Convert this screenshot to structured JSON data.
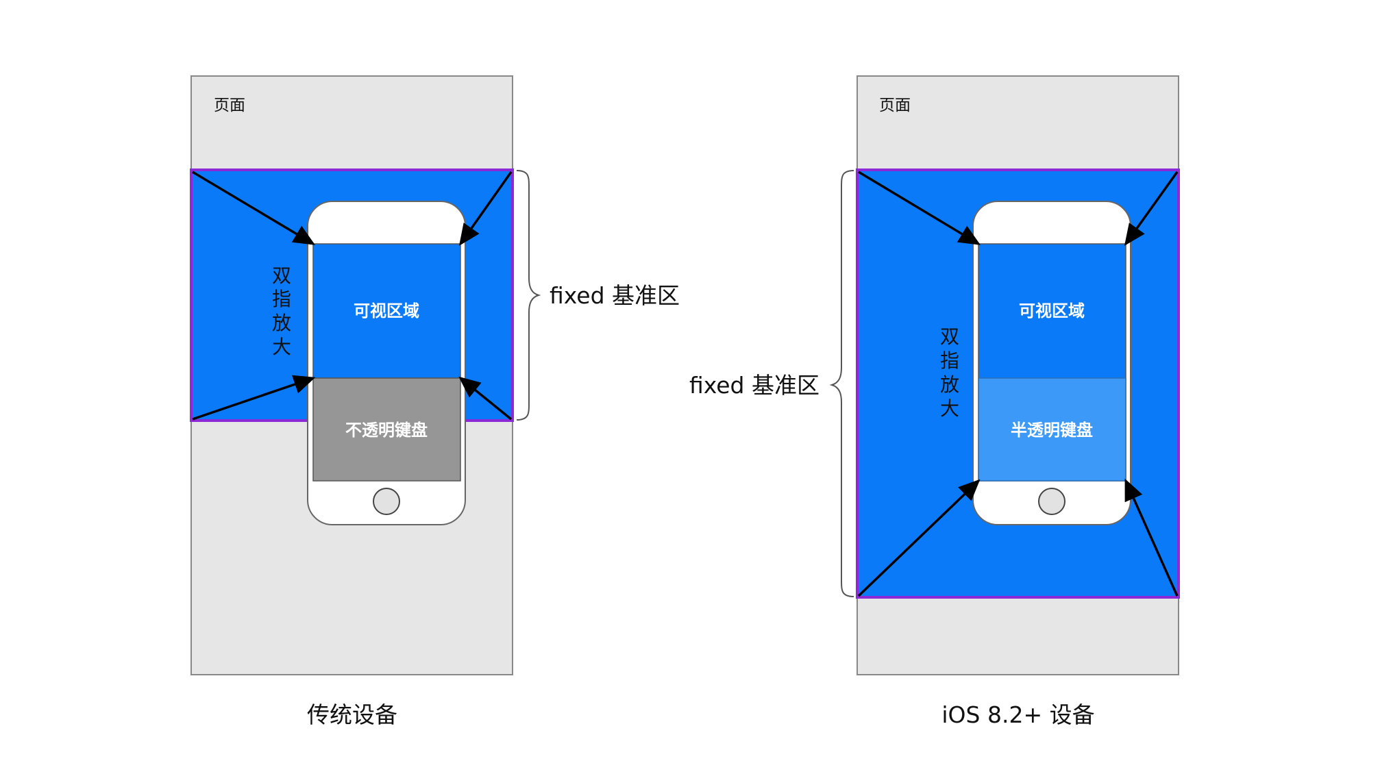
{
  "left": {
    "page_label": "页面",
    "viewport_label": "可视区域",
    "keyboard_label": "不透明键盘",
    "zoom_chars": [
      "双",
      "指",
      "放",
      "大"
    ],
    "fixed_label": "fixed 基准区",
    "caption": "传统设备"
  },
  "right": {
    "page_label": "页面",
    "viewport_label": "可视区域",
    "keyboard_label": "半透明键盘",
    "zoom_chars": [
      "双",
      "指",
      "放",
      "大"
    ],
    "fixed_label": "fixed 基准区",
    "caption": "iOS 8.2+ 设备"
  },
  "colors": {
    "page_bg": "#e6e6e6",
    "fixed_area": "#0a7af9",
    "fixed_border": "#8b2ad6",
    "opaque_keyboard": "#969696",
    "translucent_keyboard": "#3c99f7",
    "phone_body": "#ffffff",
    "arrow": "#000000"
  }
}
